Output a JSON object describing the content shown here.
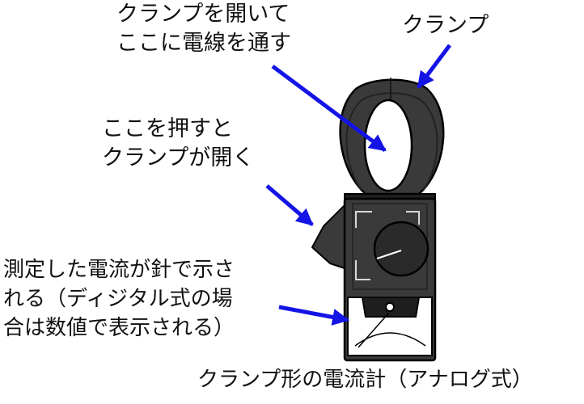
{
  "labels": {
    "open_clamp": [
      "クランプを開いて",
      "ここに電線を通す"
    ],
    "clamp": "クランプ",
    "press_here": [
      "ここを押すと",
      "クランプが開く"
    ],
    "needle": [
      "測定した電流が針で示さ",
      "れる（ディジタル式の場",
      "合は数値で表示される）"
    ],
    "title": "クランプ形の電流計（アナログ式）"
  },
  "colors": {
    "arrow": "#1414e6",
    "body_dark": "#3a3a3a",
    "body_darker": "#1e1e1e",
    "outline": "#000000",
    "meter_face": "#ffffff"
  }
}
